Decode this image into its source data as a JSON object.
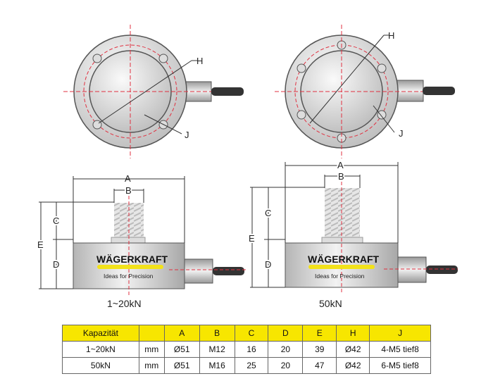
{
  "brand": {
    "name": "WÄGERKRAFT",
    "tagline": "Ideas for Precision"
  },
  "labels": {
    "A": "A",
    "B": "B",
    "C": "C",
    "D": "D",
    "E": "E",
    "H": "H",
    "J": "J"
  },
  "captions": {
    "left": "1~20kN",
    "right": "50kN"
  },
  "colors": {
    "header": "#f7e600",
    "centerline": "#e03040",
    "brand_bar": "#f2e21a"
  },
  "table": {
    "headers": [
      "Kapazität",
      "",
      "A",
      "B",
      "C",
      "D",
      "E",
      "H",
      "J"
    ],
    "rows": [
      [
        "1~20kN",
        "mm",
        "Ø51",
        "M12",
        "16",
        "20",
        "39",
        "Ø42",
        "4-M5 tief8"
      ],
      [
        "50kN",
        "mm",
        "Ø51",
        "M16",
        "25",
        "20",
        "47",
        "Ø42",
        "6-M5 tief8"
      ]
    ]
  }
}
